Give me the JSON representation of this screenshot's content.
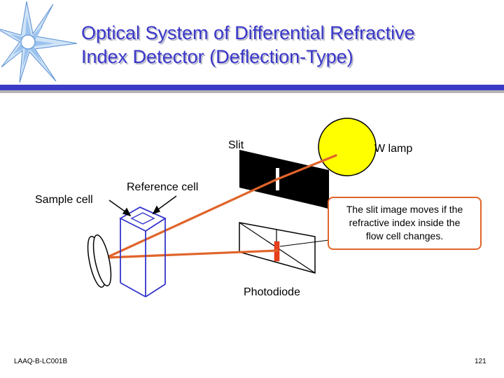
{
  "title_line1": "Optical System of Differential Refractive",
  "title_line2": "Index Detector (Deflection-Type)",
  "labels": {
    "slit": "Slit",
    "w_lamp": "W lamp",
    "sample_cell": "Sample cell",
    "reference_cell": "Reference cell",
    "photodiode": "Photodiode"
  },
  "callout": {
    "line1": "The slit image moves if the",
    "line2": "refractive index inside the",
    "line3": "flow cell changes."
  },
  "footer": {
    "doc_id": "LAAQ-B-LC001B",
    "page_number": "121"
  },
  "colors": {
    "title": "#3a37c8",
    "header_bar": "#3b3bc6",
    "beam": "#e0642a",
    "lamp": "#ffff00",
    "cell": "#3333cc",
    "star": "#7ab0e8"
  },
  "icons": [
    "star-logo-icon"
  ]
}
